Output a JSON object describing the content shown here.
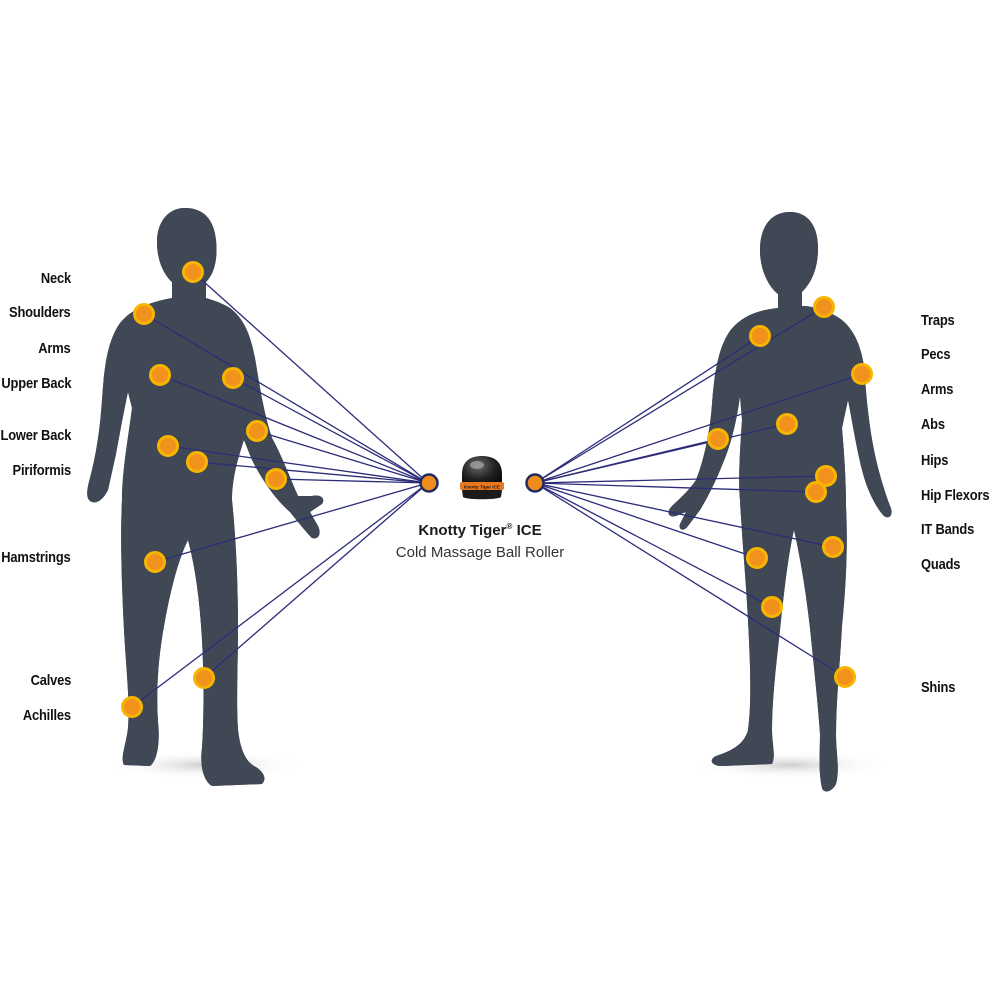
{
  "product": {
    "brand": "Knotty Tiger",
    "trademark": "®",
    "name_suffix": "ICE",
    "subtitle": "Cold Massage Ball Roller",
    "band_text": "Knotty Tiger ICE"
  },
  "colors": {
    "body": "#3f4854",
    "body_grid": "#6c7785",
    "connector": "#2c2c7a",
    "marker_ring": "#f7b500",
    "marker_core": "#f0921b",
    "hub_ring": "#232b5e",
    "hub_core": "#f08c1e",
    "label": "#111111"
  },
  "labels": {
    "neck": "Neck",
    "shoulders": "Shoulders",
    "arms_back": "Arms",
    "upper_back": "Upper Back",
    "lower_back": "Lower Back",
    "piriformis": "Piriformis",
    "hamstrings": "Hamstrings",
    "calves": "Calves",
    "achilles": "Achilles",
    "traps": "Traps",
    "pecs": "Pecs",
    "arms_front": "Arms",
    "abs": "Abs",
    "hips": "Hips",
    "hip_flexors": "Hip Flexors",
    "it_bands": "IT Bands",
    "quads": "Quads",
    "shins": "Shins"
  }
}
